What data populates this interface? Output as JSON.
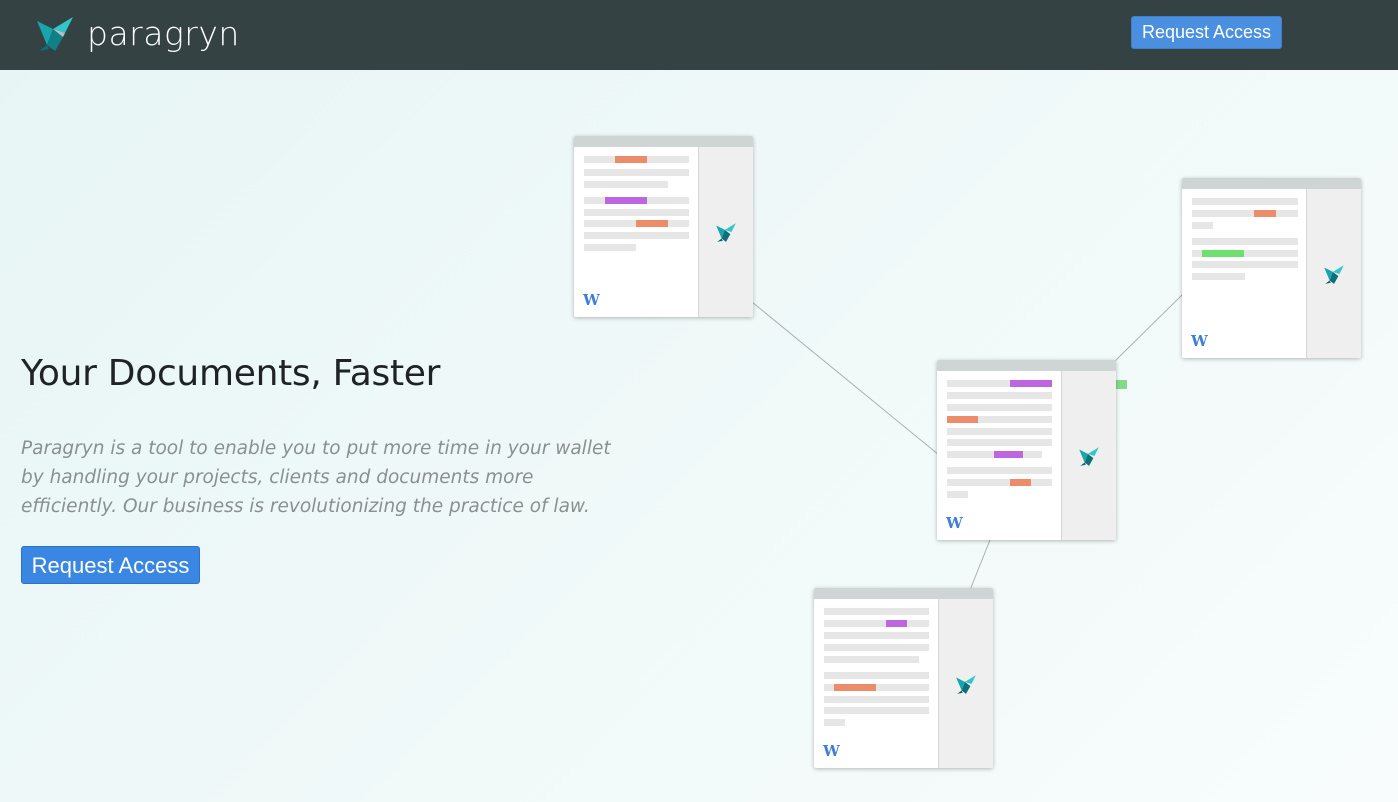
{
  "header": {
    "brand_name": "paragryn",
    "logo_icon": "bird-logo-icon",
    "request_access_label": "Request Access"
  },
  "hero": {
    "title": "Your Documents, Faster",
    "description": "Paragryn is a tool to enable you to put more time in your wallet by handling your projects, clients and documents more efficiently. Our business is revolutionizing the practice of law.",
    "cta_label": "Request Access"
  },
  "illustration": {
    "doc_icon": "word-document-icon",
    "doc_icon_letter": "W",
    "side_icon": "bird-logo-icon",
    "highlight_colors": {
      "orange": "#ec8c6a",
      "purple": "#bd66e0",
      "green": "#6fdf6f"
    }
  },
  "colors": {
    "header_bg": "#354244",
    "primary_button": "#3a86e3",
    "logo_teal": "#1a8f96"
  }
}
